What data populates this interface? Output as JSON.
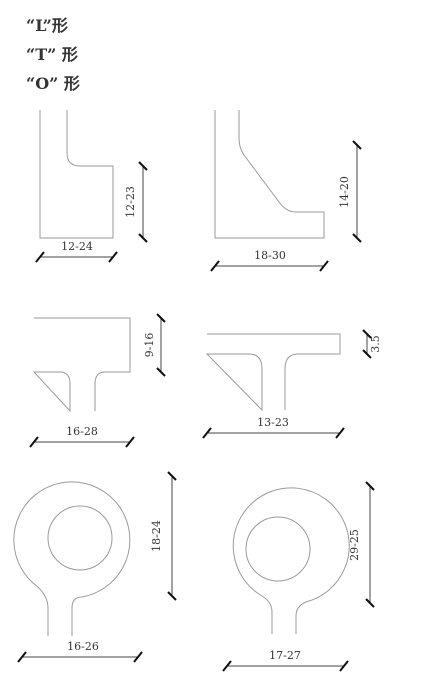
{
  "headings": {
    "l_shape": "“L”形",
    "t_shape": "“T” 形",
    "o_shape": "“O” 形"
  },
  "dimensions": {
    "l_small_width": "12-24",
    "l_small_height": "12-23",
    "l_large_width": "18-30",
    "l_large_height": "14-20",
    "t_small_width": "16-28",
    "t_small_height": "9-16",
    "t_large_width": "13-23",
    "t_large_height": "3.5",
    "o_small_width": "16-26",
    "o_small_height": "18-24",
    "o_large_width": "17-27",
    "o_large_height": "29-25"
  }
}
